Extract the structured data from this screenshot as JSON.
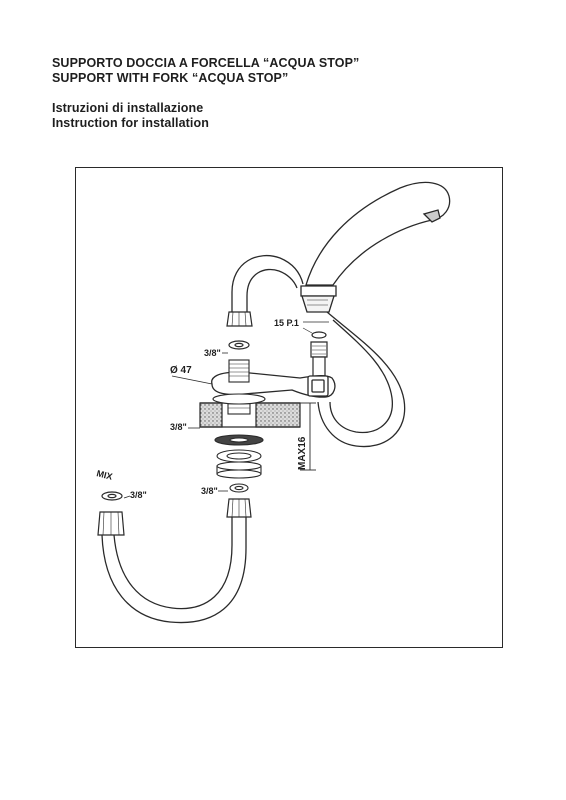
{
  "title": {
    "it": "SUPPORTO DOCCIA A FORCELLA “ACQUA STOP”",
    "en": "SUPPORT WITH FORK “ACQUA STOP”"
  },
  "subtitle": {
    "it": "Istruzioni di installazione",
    "en": "Instruction for installation"
  },
  "diagram": {
    "labels": {
      "thread_top": "3/8\"",
      "diameter": "Ø 47",
      "thread_middle": "3/8\"",
      "thread_bottom": "3/8\"",
      "thread_mix": "3/8\"",
      "mix": "MIX",
      "part_ref": "15 P.1",
      "max_thickness": "MAX16"
    }
  }
}
